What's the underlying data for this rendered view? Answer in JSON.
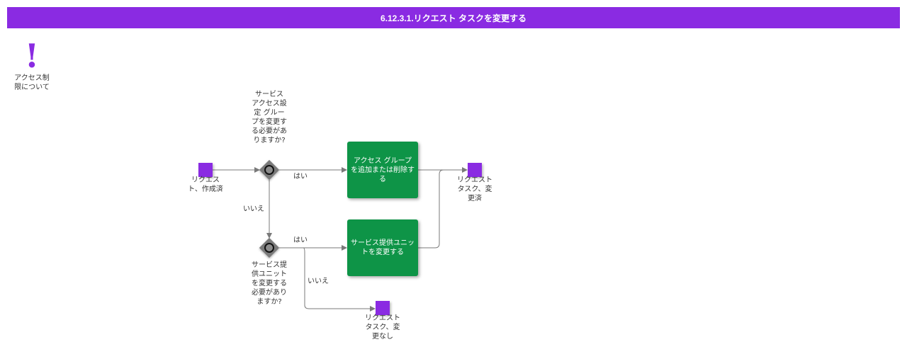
{
  "header": {
    "title": "6.12.3.1.リクエスト タスクを変更する"
  },
  "access_note": {
    "icon": "exclamation-icon",
    "label": "アクセス制限について"
  },
  "events": {
    "start": "リクエスト、作成済",
    "end_changed": "リクエスト タスク、変更済",
    "end_unchanged": "リクエスト タスク、変更なし"
  },
  "gateways": {
    "g1": "サービス アクセス設定 グループを変更する必要がありますか?",
    "g2": "サービス提供ユニットを変更する必要がありますか?"
  },
  "tasks": {
    "t1": "アクセス グループを追加または削除する",
    "t2": "サービス提供ユニットを変更する"
  },
  "flows": {
    "g1_yes": "はい",
    "g1_no": "いいえ",
    "g2_yes": "はい",
    "g2_no": "いいえ"
  },
  "colors": {
    "title_bar": "#8a2be2",
    "event": "#8a2be2",
    "task": "#0e9447",
    "gateway": "#7a7a7a",
    "flow_line": "#7a7a7a"
  }
}
